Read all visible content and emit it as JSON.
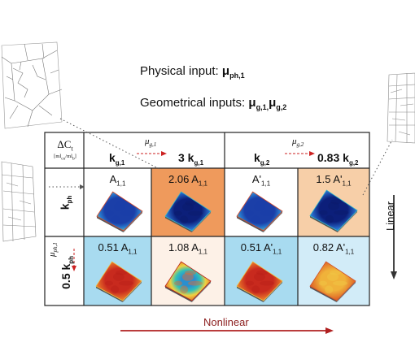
{
  "top_text": {
    "physical_label": "Physical input:",
    "physical_symbol": "μ",
    "physical_sub": "ph,1",
    "geometrical_label": "Geometrical inputs:",
    "geometrical_symbol_1": "μ",
    "geometrical_sub_1": "g,1,",
    "geometrical_symbol_2": "μ",
    "geometrical_sub_2": "g,2"
  },
  "corner": {
    "main": "ΔC",
    "sub": "t",
    "unit": "[ml",
    "unit_mid": "co",
    "unit_slash": "/ml",
    "unit_end": "b",
    "unit_close": "]"
  },
  "col_headers": {
    "k_base": "k",
    "k_sub_1": "g,1",
    "mu_1": "μ",
    "mu_1_sub": "g,1",
    "k_scaled_1": "3 k",
    "k_scaled_1_sub": "g,1",
    "k_sub_2": "g,2",
    "mu_2": "μ",
    "mu_2_sub": "g,2",
    "k_scaled_2": "0.83 k",
    "k_scaled_2_sub": "g,2"
  },
  "row_headers": {
    "row1": "k",
    "row1_sub": "ph",
    "row2": "0.5 k",
    "row2_sub": "ph",
    "mu": "μ",
    "mu_sub": "ph,1"
  },
  "cells": [
    {
      "main": "A",
      "sub": "1,1",
      "bg": "#ffffff",
      "tile": "blue"
    },
    {
      "main": "2.06 A",
      "sub": "1,1",
      "bg": "#ef9a5c",
      "tile": "deepblue"
    },
    {
      "main": "A'",
      "sub": "1,1",
      "bg": "#ffffff",
      "tile": "blue"
    },
    {
      "main": "1.5 A'",
      "sub": "1,1",
      "bg": "#f7cfa8",
      "tile": "deepblue"
    },
    {
      "main": "0.51 A",
      "sub": "1,1",
      "bg": "#a8dbf0",
      "tile": "red"
    },
    {
      "main": "1.08 A",
      "sub": "1,1",
      "bg": "#fdf1e7",
      "tile": "ring"
    },
    {
      "main": "0.51 A'",
      "sub": "1,1",
      "bg": "#a8dbf0",
      "tile": "red"
    },
    {
      "main": "0.82 A'",
      "sub": "1,1",
      "bg": "#d2ecf8",
      "tile": "orange"
    }
  ],
  "bottom_label": "Nonlinear",
  "side_label": "Linear",
  "colors": {
    "grid_line": "#222222",
    "red_arrow": "#b02020",
    "nonlinear_text": "#8b1c1c",
    "dark_arrow": "#333333"
  }
}
